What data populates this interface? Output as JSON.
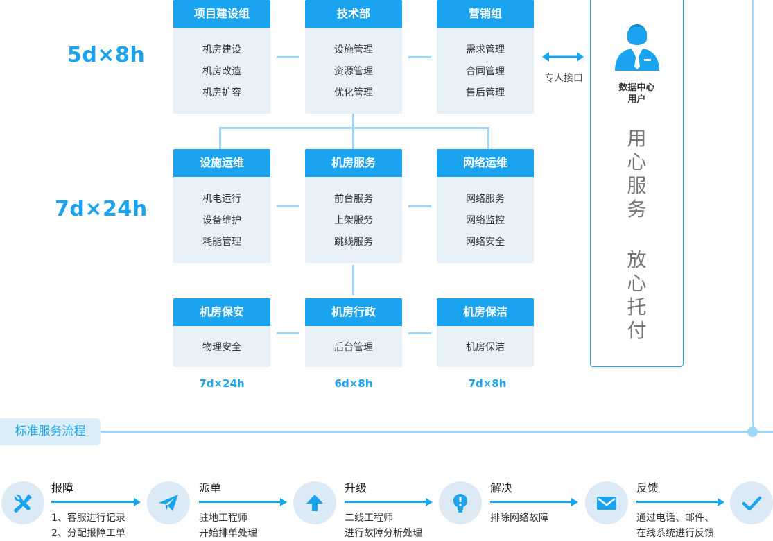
{
  "shifts": {
    "top": "5d×8h",
    "middle": "7d×24h"
  },
  "boxes": {
    "project": {
      "title": "项目建设组",
      "items": [
        "机房建设",
        "机房改造",
        "机房扩容"
      ]
    },
    "tech": {
      "title": "技术部",
      "items": [
        "设施管理",
        "资源管理",
        "优化管理"
      ]
    },
    "marketing": {
      "title": "营销组",
      "items": [
        "需求管理",
        "合同管理",
        "售后管理"
      ]
    },
    "facility_ops": {
      "title": "设施运维",
      "items": [
        "机电运行",
        "设备维护",
        "耗能管理"
      ]
    },
    "room_service": {
      "title": "机房服务",
      "items": [
        "前台服务",
        "上架服务",
        "跳线服务"
      ]
    },
    "network_ops": {
      "title": "网络运维",
      "items": [
        "网络服务",
        "网络监控",
        "网络安全"
      ]
    },
    "security": {
      "title": "机房保安",
      "items": [
        "物理安全"
      ]
    },
    "admin": {
      "title": "机房行政",
      "items": [
        "后台管理"
      ]
    },
    "cleaning": {
      "title": "机房保洁",
      "items": [
        "机房保洁"
      ]
    }
  },
  "frequencies": [
    "7d×24h",
    "6d×8h",
    "7d×8h"
  ],
  "interface_label": "专人接口",
  "user": {
    "title_line1": "数据中心",
    "title_line2": "用户",
    "slogan1": [
      "用",
      "心",
      "服",
      "务"
    ],
    "slogan2": [
      "放",
      "心",
      "托",
      "付"
    ]
  },
  "section_title": "标准服务流程",
  "steps": [
    {
      "icon": "tools-icon",
      "title": "报障",
      "lines": [
        "1、客服进行记录",
        "2、分配报障工单"
      ]
    },
    {
      "icon": "paper-plane-icon",
      "title": "派单",
      "lines": [
        "驻地工程师",
        "开始排单处理"
      ]
    },
    {
      "icon": "upload-arrow-icon",
      "title": "升级",
      "lines": [
        "二线工程师",
        "进行故障分析处理"
      ]
    },
    {
      "icon": "lightbulb-icon",
      "title": "解决",
      "lines": [
        "排除网络故障"
      ]
    },
    {
      "icon": "envelope-icon",
      "title": "反馈",
      "lines": [
        "通过电话、邮件、",
        "在线系统进行反馈"
      ]
    },
    {
      "icon": "checkmark-icon",
      "title": "",
      "lines": []
    }
  ],
  "colors": {
    "accent": "#1aa3ef",
    "box_bg": "#e8f0f8",
    "connector": "#9fd7f6",
    "circle_bg": "#dceaf6"
  }
}
